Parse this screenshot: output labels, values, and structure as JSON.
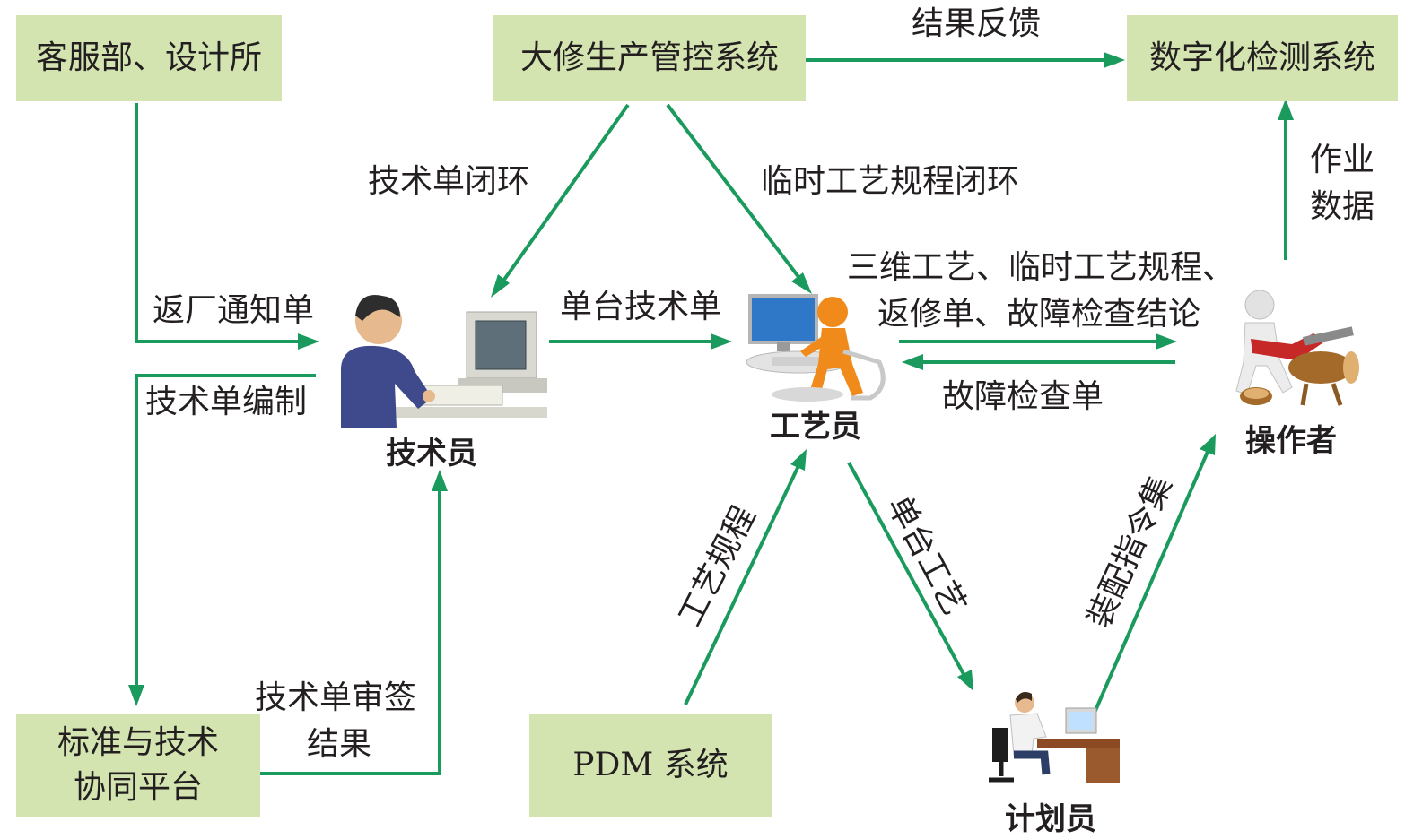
{
  "colors": {
    "box_fill": "#d3e4b1",
    "arrow": "#1a9a5c",
    "text": "#231f20"
  },
  "boxes": {
    "customer_service": "客服部、设计所",
    "overhaul_system": "大修生产管控系统",
    "digital_inspection": "数字化检测系统",
    "standards_platform_line1": "标准与技术",
    "standards_platform_line2": "协同平台",
    "pdm_system": "PDM 系统"
  },
  "roles": {
    "technician": "技术员",
    "process_engineer": "工艺员",
    "operator": "操作者",
    "planner": "计划员"
  },
  "labels": {
    "result_feedback": "结果反馈",
    "tech_order_closed_loop": "技术单闭环",
    "temp_process_closed_loop": "临时工艺规程闭环",
    "return_notice": "返厂通知单",
    "tech_order_compile": "技术单编制",
    "single_tech_order": "单台技术单",
    "process_docs_line1": "三维工艺、临时工艺规程、",
    "process_docs_line2": "返修单、故障检查结论",
    "fault_check_sheet": "故障检查单",
    "work_data_line1": "作业",
    "work_data_line2": "数据",
    "review_result_line1": "技术单审签",
    "review_result_line2": "结果",
    "process_spec": "工艺规程",
    "single_process": "单台工艺",
    "assembly_instructions": "装配指令集"
  },
  "icons": {
    "technician": "technician-at-computer-icon",
    "process_engineer": "person-at-workstation-icon",
    "operator": "person-with-chainsaw-icon",
    "planner": "person-at-desk-icon"
  }
}
